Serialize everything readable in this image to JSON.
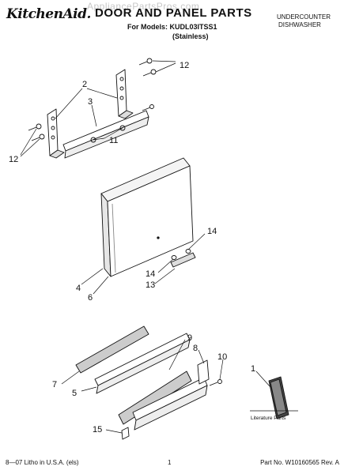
{
  "header": {
    "brand": "KitchenAid.",
    "title": "DOOR AND PANEL PARTS",
    "models": "For Models: KUDL03ITSS1",
    "variant": "(Stainless)",
    "product_line1": "UNDERCOUNTER",
    "product_line2": "DISHWASHER",
    "watermark": "AppliancePartsPros.com"
  },
  "callouts": {
    "c12_top": "12",
    "c2": "2",
    "c3": "3",
    "c11": "11",
    "c12_left": "12",
    "c4": "4",
    "c6": "6",
    "c14_right": "14",
    "c14_left": "14",
    "c13": "13",
    "c7": "7",
    "c5": "5",
    "c9": "9",
    "c8": "8",
    "c10": "10",
    "c15": "15",
    "c1": "1"
  },
  "literature_label": "Literature Parts",
  "footer": {
    "left": "8—07 Litho in U.S.A. (els)",
    "center": "1",
    "right": "Part No. W10160565 Rev. A"
  }
}
